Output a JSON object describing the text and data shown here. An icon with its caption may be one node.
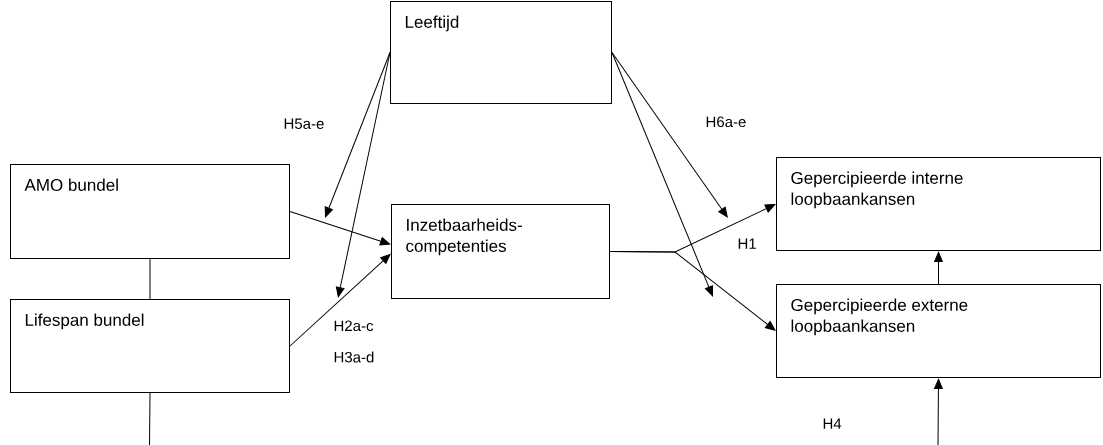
{
  "diagram": {
    "nodes": [
      {
        "text": [
          "Leeftijd"
        ]
      },
      {
        "text": [
          "AMO bundel"
        ]
      },
      {
        "text": [
          "Inzetbaarheids- competenties"
        ]
      },
      {
        "text": [
          "Gepercipieerde interne loopbaankansen"
        ]
      },
      {
        "text": [
          "Lifespan bundel"
        ]
      },
      {
        "text": [
          "Gepercipieerde externe loopbaankansen"
        ]
      }
    ],
    "edges": [
      {
        "from": 1,
        "to": 2,
        "arrow": "to"
      },
      {
        "from": 4,
        "to": 2,
        "arrow": "to"
      },
      {
        "from": 0,
        "to": null,
        "arrow": "to"
      },
      {
        "from": 0,
        "to": null,
        "arrow": "to"
      },
      {
        "from": 2,
        "to": 3,
        "arrow": "to"
      },
      {
        "from": 2,
        "to": 5,
        "arrow": "to"
      },
      {
        "from": 0,
        "to": null,
        "arrow": "to"
      },
      {
        "from": 0,
        "to": null,
        "arrow": "to"
      },
      {
        "from": 5,
        "to": 3,
        "arrow": "to"
      },
      {
        "from": null,
        "to": 5,
        "arrow": "to"
      },
      {
        "from": 1,
        "to": 4,
        "arrow": "none"
      },
      {
        "from": 4,
        "to": null,
        "arrow": "none"
      }
    ],
    "labels": [
      "H5a-e",
      "H6a-e",
      "H1",
      "H2a-c",
      "H3a-d",
      "H4"
    ]
  }
}
